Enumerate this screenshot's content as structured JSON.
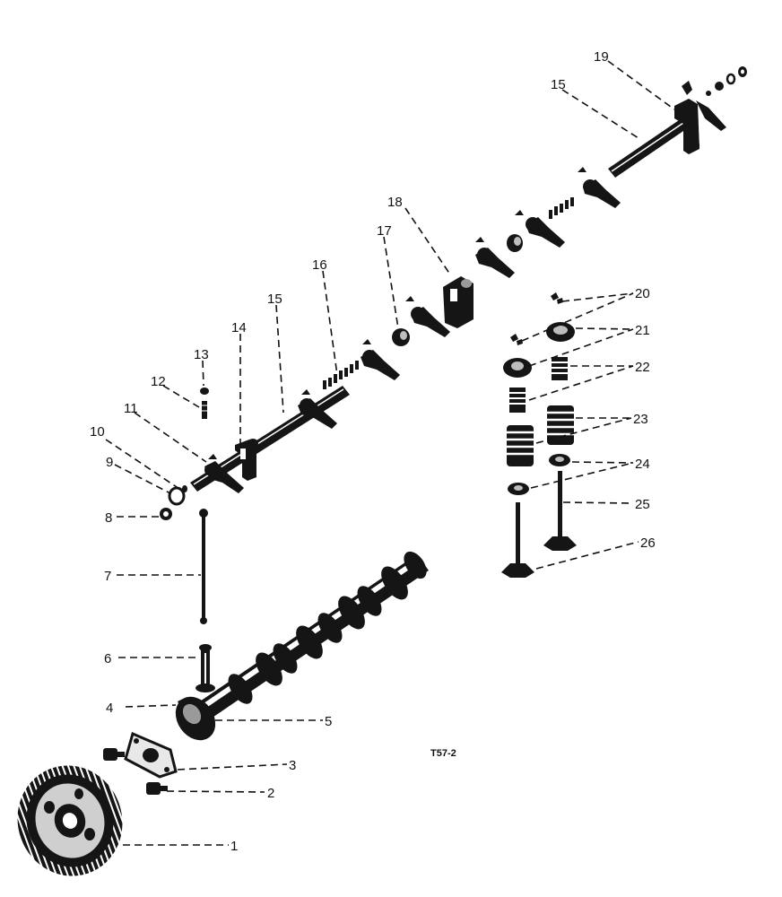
{
  "figure_code": "T57-2",
  "callouts": [
    "1",
    "2",
    "3",
    "4",
    "5",
    "6",
    "7",
    "8",
    "9",
    "10",
    "11",
    "12",
    "13",
    "14",
    "15",
    "15",
    "16",
    "17",
    "18",
    "19",
    "20",
    "21",
    "22",
    "23",
    "24",
    "25",
    "26"
  ]
}
